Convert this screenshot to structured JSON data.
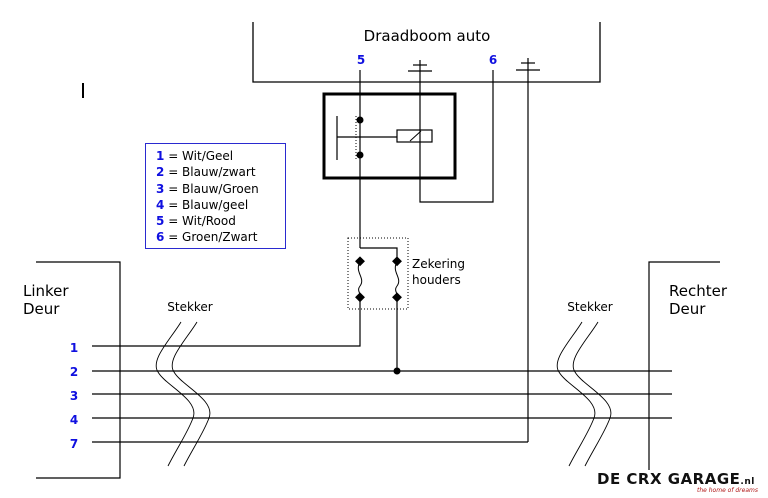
{
  "diagram": {
    "harness_label": "Draadboom auto",
    "left_door_label_line1": "Linker",
    "left_door_label_line2": "Deur",
    "right_door_label_line1": "Rechter",
    "right_door_label_line2": "Deur",
    "connector_label_left": "Stekker",
    "connector_label_right": "Stekker",
    "fuse_label_line1": "Zekering",
    "fuse_label_line2": "houders",
    "harness_pin_a": "5",
    "harness_pin_b": "6",
    "wire_numbers": [
      "1",
      "2",
      "3",
      "4",
      "7"
    ],
    "relay": "relay-icon",
    "ground_symbol": "ground-icon"
  },
  "legend": {
    "items": [
      {
        "key": "1",
        "value": "= Wit/Geel"
      },
      {
        "key": "2",
        "value": "= Blauw/zwart"
      },
      {
        "key": "3",
        "value": "= Blauw/Groen"
      },
      {
        "key": "4",
        "value": "= Blauw/geel"
      },
      {
        "key": "5",
        "value": "= Wit/Rood"
      },
      {
        "key": "6",
        "value": "= Groen/Zwart"
      }
    ]
  },
  "branding": {
    "logo_text": "DE CRX GARAGE",
    "logo_suffix": ".nl",
    "tagline": "the home of dreams"
  },
  "colors": {
    "line": "#000000",
    "number_blue": "#1010e0",
    "legend_border": "#2a2ad0",
    "tagline_red": "#b01818"
  }
}
